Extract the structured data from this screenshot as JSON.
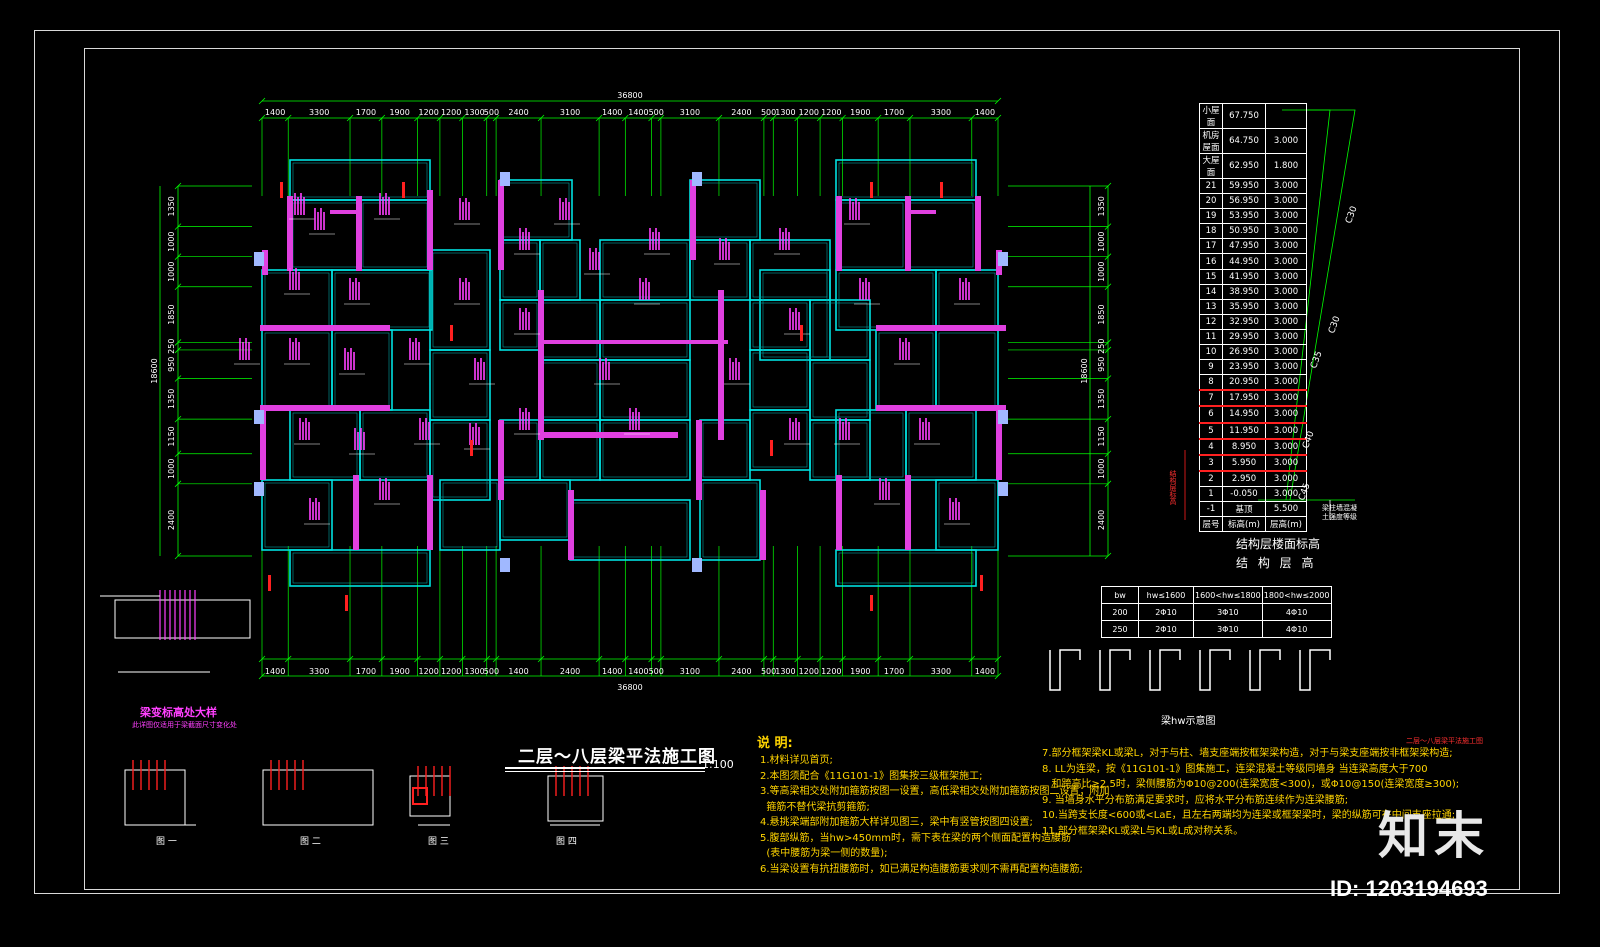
{
  "drawing": {
    "title": "二层～八层梁平法施工图",
    "scale": "1:100",
    "total_width_dim": "36800",
    "total_height_dim": "18600",
    "top_dims": [
      "1400",
      "3300",
      "1700",
      "1900",
      "1200",
      "1200",
      "1300",
      "500",
      "2400",
      "3100",
      "1400",
      "1400",
      "500",
      "3100",
      "2400",
      "500",
      "1300",
      "1200",
      "1200",
      "1900",
      "1700",
      "3300",
      "1400"
    ],
    "bottom_dims": [
      "1400",
      "3300",
      "1700",
      "1900",
      "1200",
      "1200",
      "1300",
      "500",
      "1400",
      "2400",
      "1400",
      "1400",
      "500",
      "3100",
      "2400",
      "500",
      "1300",
      "1200",
      "1200",
      "1900",
      "1700",
      "3300",
      "1400"
    ],
    "left_dims": [
      "2400",
      "1000",
      "1150",
      "1350",
      "950",
      "250",
      "1850",
      "1000",
      "1000",
      "1350"
    ],
    "right_dims": [
      "2400",
      "1000",
      "1150",
      "1350",
      "950",
      "250",
      "1850",
      "1000",
      "1000",
      "1350"
    ]
  },
  "floor_table": {
    "caption_top": "结构层楼面标高",
    "caption_bottom": "结 构 层 高",
    "header": [
      "层号",
      "标高(m)",
      "层高(m)"
    ],
    "rows": [
      [
        "小屋面",
        "67.750",
        ""
      ],
      [
        "机房屋面",
        "64.750",
        "3.000"
      ],
      [
        "大屋面",
        "62.950",
        "1.800"
      ],
      [
        "21",
        "59.950",
        "3.000"
      ],
      [
        "20",
        "56.950",
        "3.000"
      ],
      [
        "19",
        "53.950",
        "3.000"
      ],
      [
        "18",
        "50.950",
        "3.000"
      ],
      [
        "17",
        "47.950",
        "3.000"
      ],
      [
        "16",
        "44.950",
        "3.000"
      ],
      [
        "15",
        "41.950",
        "3.000"
      ],
      [
        "14",
        "38.950",
        "3.000"
      ],
      [
        "13",
        "35.950",
        "3.000"
      ],
      [
        "12",
        "32.950",
        "3.000"
      ],
      [
        "11",
        "29.950",
        "3.000"
      ],
      [
        "10",
        "26.950",
        "3.000"
      ],
      [
        "9",
        "23.950",
        "3.000"
      ],
      [
        "8",
        "20.950",
        "3.000"
      ],
      [
        "7",
        "17.950",
        "3.000"
      ],
      [
        "6",
        "14.950",
        "3.000"
      ],
      [
        "5",
        "11.950",
        "3.000"
      ],
      [
        "4",
        "8.950",
        "3.000"
      ],
      [
        "3",
        "5.950",
        "3.000"
      ],
      [
        "2",
        "2.950",
        "3.000"
      ],
      [
        "1",
        "-0.050",
        "3.000"
      ],
      [
        "-1",
        "基顶",
        "5.500"
      ]
    ],
    "concrete_grades": [
      "C30",
      "C30",
      "C35",
      "C40",
      "C45"
    ],
    "side_notes": [
      "结构层标高",
      "梁柱墙混凝土强度等级"
    ]
  },
  "hw_table": {
    "header": [
      "bw",
      "hw≤1600",
      "1600<hw≤1800",
      "1800<hw≤2000"
    ],
    "rows": [
      [
        "200",
        "2Φ10",
        "3Φ10",
        "4Φ10"
      ],
      [
        "250",
        "2Φ10",
        "3Φ10",
        "4Φ10"
      ]
    ],
    "caption": "梁hw示意图"
  },
  "details": {
    "detail_title": "梁变标高处大样",
    "detail_sub": "此详图仅适用于梁截面尺寸变化处",
    "figures": [
      "图 一",
      "图 二",
      "图 三",
      "图 四"
    ]
  },
  "notes": {
    "heading": "说 明:",
    "left": [
      "1.材料详见首页;",
      "2.本图须配合《11G101-1》图集按三级框架施工;",
      "3.等高梁相交处附加箍筋按图一设置，高低梁相交处附加箍筋按图二设置；附加",
      "  箍筋不替代梁抗剪箍筋;",
      "4.悬挑梁端部附加箍筋大样详见图三，梁中有竖管按图四设置;",
      "5.腹部纵筋，当hw>450mm时，需下表在梁的两个侧面配置构造腰筋",
      "  (表中腰筋为梁一侧的数量);",
      "6.当梁设置有抗扭腰筋时，如已满足构造腰筋要求则不需再配置构造腰筋;"
    ],
    "right": [
      "7.部分框架梁KL或梁L，对于与柱、墙支座端按框架梁构造，对于与梁支座端按非框架梁构造;",
      "8. LL为连梁，按《11G101-1》图集施工，连梁混凝土等级同墙身 当连梁高度大于700",
      "   和跨高比≥2.5时，梁侧腰筋为Φ10@200(连梁宽度<300)，或Φ10@150(连梁宽度≥300);",
      "9. 当墙身水平分布筋满足要求时，应将水平分布筋连续作为连梁腰筋;",
      "10.当跨支长度<600或<LaE，且左右两端均为连梁或框架梁时，梁的纵筋可在中间支座拉通;",
      "11.部分框架梁KL或梁L与KL或L成对称关系。"
    ]
  },
  "sheet_label": "二层～八层梁平法施工图",
  "watermark_logo": "知末",
  "image_id": "ID: 1203194693",
  "colors": {
    "background": "#000000",
    "wall": "#e040e0",
    "beam": "#00e0e0",
    "axis": "#00ff00",
    "dim": "#00ff00",
    "annotation": "#ff40ff",
    "notes": "#ffd400",
    "highlight": "#ff2020"
  }
}
